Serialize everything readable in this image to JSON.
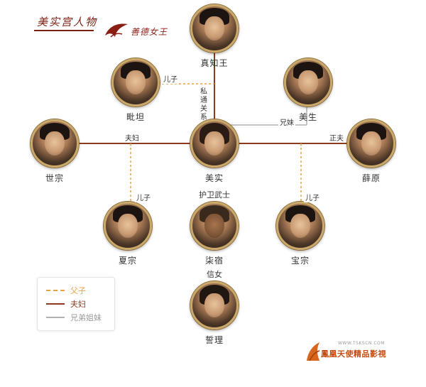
{
  "header": {
    "title": "美实宫人物",
    "brand": "善德女王"
  },
  "colors": {
    "father_son": "#e8a040",
    "spouse": "#8b3a1f",
    "sibling": "#b0b0b0",
    "portrait_ring": "#c9a86a"
  },
  "nodes": {
    "zhenzhi": {
      "name": "真知王"
    },
    "bitan": {
      "name": "毗坦"
    },
    "meisheng": {
      "name": "美生"
    },
    "shizong": {
      "name": "世宗"
    },
    "meishi": {
      "name": "美实"
    },
    "xueyuan": {
      "name": "薛原"
    },
    "xiazong": {
      "name": "夏宗"
    },
    "qisu": {
      "name": "柒宿",
      "role": "护卫武士"
    },
    "baozong": {
      "name": "宝宗"
    },
    "zheli": {
      "name": "誓理",
      "role": "信女"
    }
  },
  "relations": {
    "bitan_son": "儿子",
    "private": "私通关系",
    "sibling": "兄妹",
    "shizong_spouse": "夫妇",
    "xueyuan_spouse": "正夫",
    "xiazong_son": "儿子",
    "baozong_son": "儿子"
  },
  "legend": {
    "father_son": "父子",
    "spouse": "夫妇",
    "sibling": "兄弟姐妹"
  },
  "footer": {
    "url": "WWW.TSKSCN.COM",
    "text": "鳳凰天使精品影視"
  }
}
